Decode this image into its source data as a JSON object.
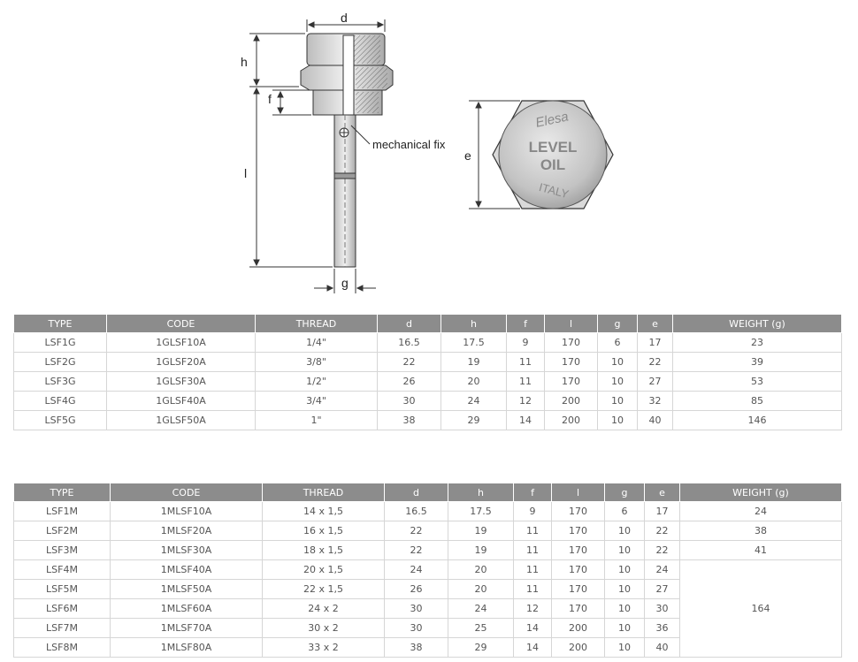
{
  "drawing": {
    "labels": {
      "d": "d",
      "h": "h",
      "f": "f",
      "l": "l",
      "g": "g",
      "e": "e"
    },
    "callout": "mechanical fix",
    "cap_text": {
      "brand": "Elesa",
      "line1": "LEVEL",
      "line2": "OIL",
      "origin": "ITALY"
    },
    "colors": {
      "line": "#333333",
      "metal_light": "#e6e6e6",
      "metal_mid": "#c7c7c7",
      "metal_dark": "#8a8a8a"
    }
  },
  "table1": {
    "headers": [
      "TYPE",
      "CODE",
      "THREAD",
      "d",
      "h",
      "f",
      "l",
      "g",
      "e",
      "WEIGHT (g)"
    ],
    "rows": [
      [
        "LSF1G",
        "1GLSF10A",
        "1/4\"",
        "16.5",
        "17.5",
        "9",
        "170",
        "6",
        "17",
        "23"
      ],
      [
        "LSF2G",
        "1GLSF20A",
        "3/8\"",
        "22",
        "19",
        "11",
        "170",
        "10",
        "22",
        "39"
      ],
      [
        "LSF3G",
        "1GLSF30A",
        "1/2\"",
        "26",
        "20",
        "11",
        "170",
        "10",
        "27",
        "53"
      ],
      [
        "LSF4G",
        "1GLSF40A",
        "3/4\"",
        "30",
        "24",
        "12",
        "200",
        "10",
        "32",
        "85"
      ],
      [
        "LSF5G",
        "1GLSF50A",
        "1\"",
        "38",
        "29",
        "14",
        "200",
        "10",
        "40",
        "146"
      ]
    ]
  },
  "table2": {
    "headers": [
      "TYPE",
      "CODE",
      "THREAD",
      "d",
      "h",
      "f",
      "l",
      "g",
      "e",
      "WEIGHT (g)"
    ],
    "rows": [
      [
        "LSF1M",
        "1MLSF10A",
        "14 x 1,5",
        "16.5",
        "17.5",
        "9",
        "170",
        "6",
        "17"
      ],
      [
        "LSF2M",
        "1MLSF20A",
        "16 x 1,5",
        "22",
        "19",
        "11",
        "170",
        "10",
        "22"
      ],
      [
        "LSF3M",
        "1MLSF30A",
        "18 x 1,5",
        "22",
        "19",
        "11",
        "170",
        "10",
        "22"
      ],
      [
        "LSF4M",
        "1MLSF40A",
        "20 x 1,5",
        "24",
        "20",
        "11",
        "170",
        "10",
        "24"
      ],
      [
        "LSF5M",
        "1MLSF50A",
        "22 x 1,5",
        "26",
        "20",
        "11",
        "170",
        "10",
        "27"
      ],
      [
        "LSF6M",
        "1MLSF60A",
        "24 x 2",
        "30",
        "24",
        "12",
        "170",
        "10",
        "30"
      ],
      [
        "LSF7M",
        "1MLSF70A",
        "30 x 2",
        "30",
        "25",
        "14",
        "200",
        "10",
        "36"
      ],
      [
        "LSF8M",
        "1MLSF80A",
        "33 x 2",
        "38",
        "29",
        "14",
        "200",
        "10",
        "40"
      ]
    ],
    "weights": [
      "24",
      "38",
      "41",
      "164"
    ]
  }
}
